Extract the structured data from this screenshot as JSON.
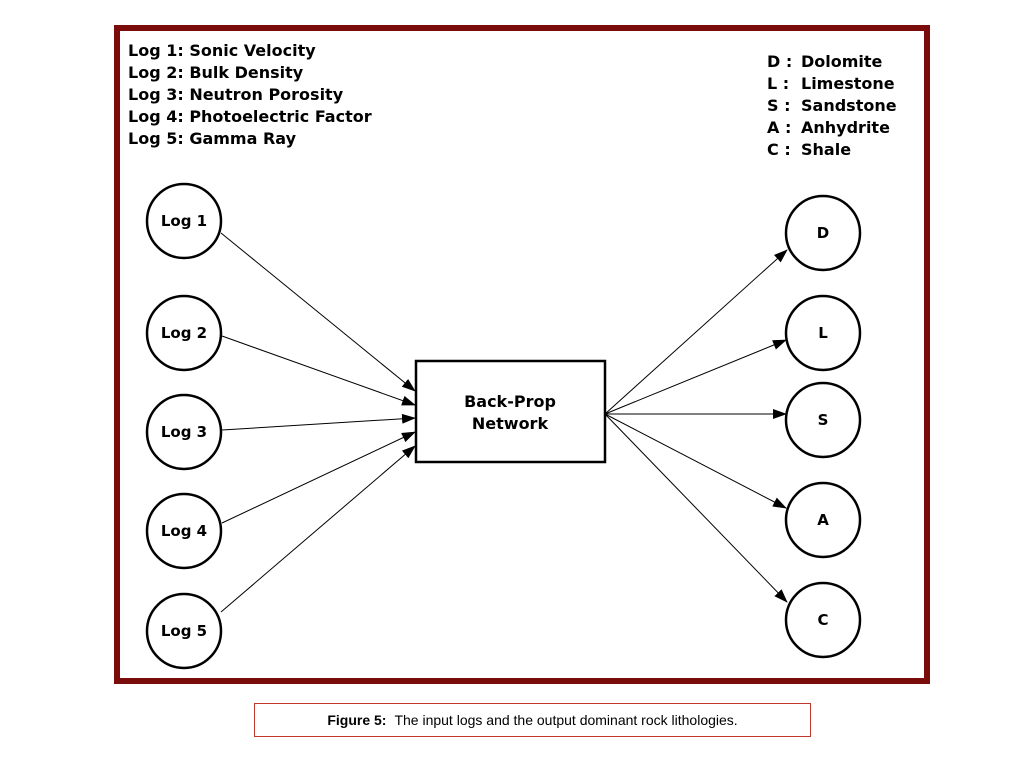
{
  "legend_inputs": [
    "Log 1: Sonic Velocity",
    "Log 2: Bulk Density",
    "Log 3: Neutron Porosity",
    "Log 4: Photoelectric Factor",
    "Log 5: Gamma Ray"
  ],
  "legend_outputs": [
    {
      "code": "D :",
      "name": "Dolomite"
    },
    {
      "code": "L :",
      "name": "Limestone"
    },
    {
      "code": "S :",
      "name": "Sandstone"
    },
    {
      "code": "A :",
      "name": "Anhydrite"
    },
    {
      "code": "C :",
      "name": "Shale"
    }
  ],
  "input_nodes": [
    "Log 1",
    "Log 2",
    "Log 3",
    "Log 4",
    "Log 5"
  ],
  "network": {
    "line1": "Back-Prop",
    "line2": "Network"
  },
  "output_nodes": [
    "D",
    "L",
    "S",
    "A",
    "C"
  ],
  "caption": {
    "label": "Figure  5:",
    "text": "The input logs and the output dominant rock lithologies."
  },
  "colors": {
    "frame": "#7a0c0c",
    "caption_border": "#c0392b"
  }
}
